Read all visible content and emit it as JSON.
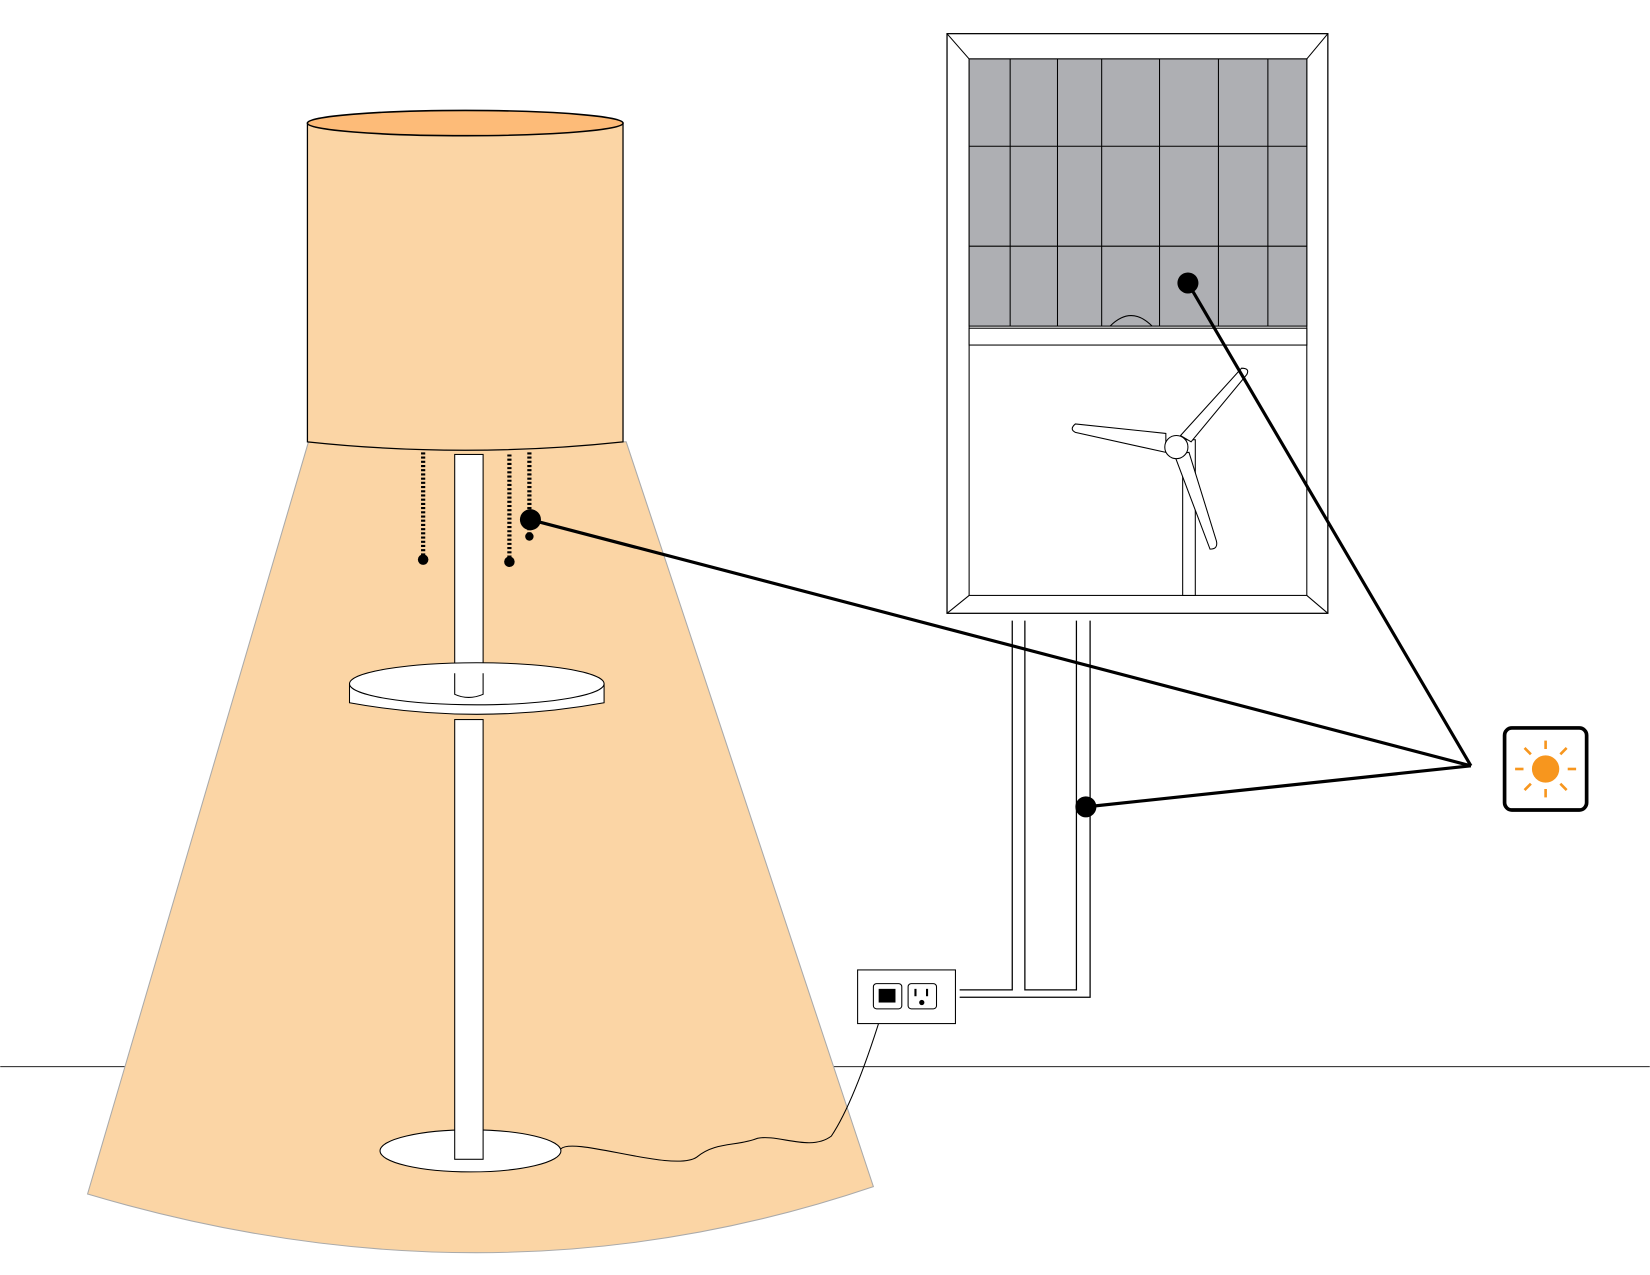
{
  "diagram": {
    "components": [
      "floor-lamp",
      "window-solar-panels",
      "wind-turbine",
      "wall-outlet",
      "wall-wiring",
      "light-setting-icon"
    ],
    "colors": {
      "light_cone": "#fbd5a5",
      "shade_top": "#fdbb78",
      "solar_panel": "#aeafb3",
      "sun_icon": "#f7961e",
      "line": "#000000"
    },
    "icons": [
      "sun-icon"
    ]
  }
}
